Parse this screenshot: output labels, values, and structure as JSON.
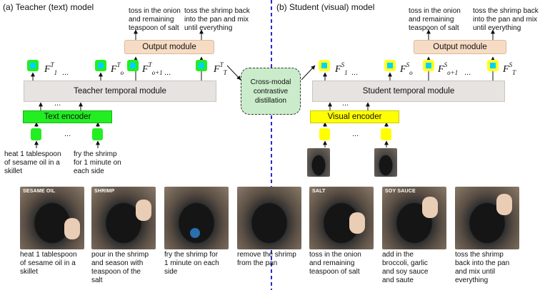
{
  "teacher": {
    "title": "(a) Teacher (text) model",
    "output_module": "Output module",
    "temporal_module": "Teacher temporal module",
    "encoder": "Text encoder",
    "out_caption_1": "toss in the onion\nand remaining\nteaspoon of salt",
    "out_caption_2": "toss the shrimp back\ninto the pan and mix\nuntil everything",
    "in_caption_1": "heat 1 tablespoon\nof sesame oil in a\nskillet",
    "in_caption_2": "fry the shrimp\nfor 1 minute on\neach side",
    "features": [
      {
        "base": "F",
        "sup": "T",
        "sub": "1"
      },
      {
        "base": "F",
        "sup": "T",
        "sub": "o"
      },
      {
        "base": "F",
        "sup": "T",
        "sub": "o+1"
      },
      {
        "base": "F",
        "sup": "T",
        "sub": "T"
      }
    ]
  },
  "student": {
    "title": "(b) Student (visual) model",
    "output_module": "Output module",
    "temporal_module": "Student temporal module",
    "encoder": "Visual encoder",
    "out_caption_1": "toss in the onion\nand remaining\nteaspoon of salt",
    "out_caption_2": "toss the shrimp back\ninto the pan and mix\nuntil everything",
    "features": [
      {
        "base": "F",
        "sup": "S",
        "sub": "1"
      },
      {
        "base": "F",
        "sup": "S",
        "sub": "o"
      },
      {
        "base": "F",
        "sup": "S",
        "sub": "o+1"
      },
      {
        "base": "F",
        "sup": "S",
        "sub": "T"
      }
    ]
  },
  "distillation": "Cross-modal\ncontrastive\ndistillation",
  "ellipsis": "...",
  "steps": [
    {
      "tag": "SESAME OIL",
      "caption": "heat 1 tablespoon\nof sesame oil in a\nskillet"
    },
    {
      "tag": "SHRIMP",
      "caption": "pour in the shrimp\nand season with\nteaspoon of the\nsalt"
    },
    {
      "tag": "",
      "caption": "fry the shrimp for\n1 minute on each\nside"
    },
    {
      "tag": "",
      "caption": "remove the shrimp\nfrom the pan"
    },
    {
      "tag": "SALT",
      "caption": "toss in the onion\nand remaining\nteaspoon of salt"
    },
    {
      "tag": "SOY SAUCE",
      "caption": "add in the\nbroccoli, garlic\nand soy sauce\nand saute"
    },
    {
      "tag": "",
      "caption": "toss the shrimp\nback into the pan\nand mix until\neverything"
    }
  ],
  "colors": {
    "text_green": "#22ee22",
    "visual_yellow": "#ffff00",
    "feature_cyan": "#00d2ff",
    "divider_blue": "#2a2ad0"
  }
}
